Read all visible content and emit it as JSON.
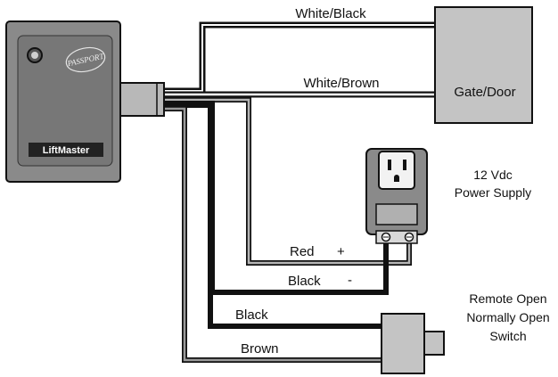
{
  "device": {
    "brand": "LiftMaster",
    "badge": "PASSPORT"
  },
  "gate": {
    "label": "Gate/Door"
  },
  "power_supply": {
    "line1": "12 Vdc",
    "line2": "Power Supply"
  },
  "switch": {
    "line1": "Remote Open",
    "line2": "Normally Open",
    "line3": "Switch"
  },
  "wires": {
    "white_black": "White/Black",
    "white_brown": "White/Brown",
    "red": "Red",
    "black_psu": "Black",
    "black_switch": "Black",
    "brown": "Brown"
  },
  "polarity": {
    "plus": "+",
    "minus": "-"
  },
  "colors": {
    "wire_black": "#111111",
    "wire_gray": "#888888",
    "device_fill": "#8a8a8a",
    "box_fill": "#c4c4c4",
    "outline": "#111111"
  }
}
